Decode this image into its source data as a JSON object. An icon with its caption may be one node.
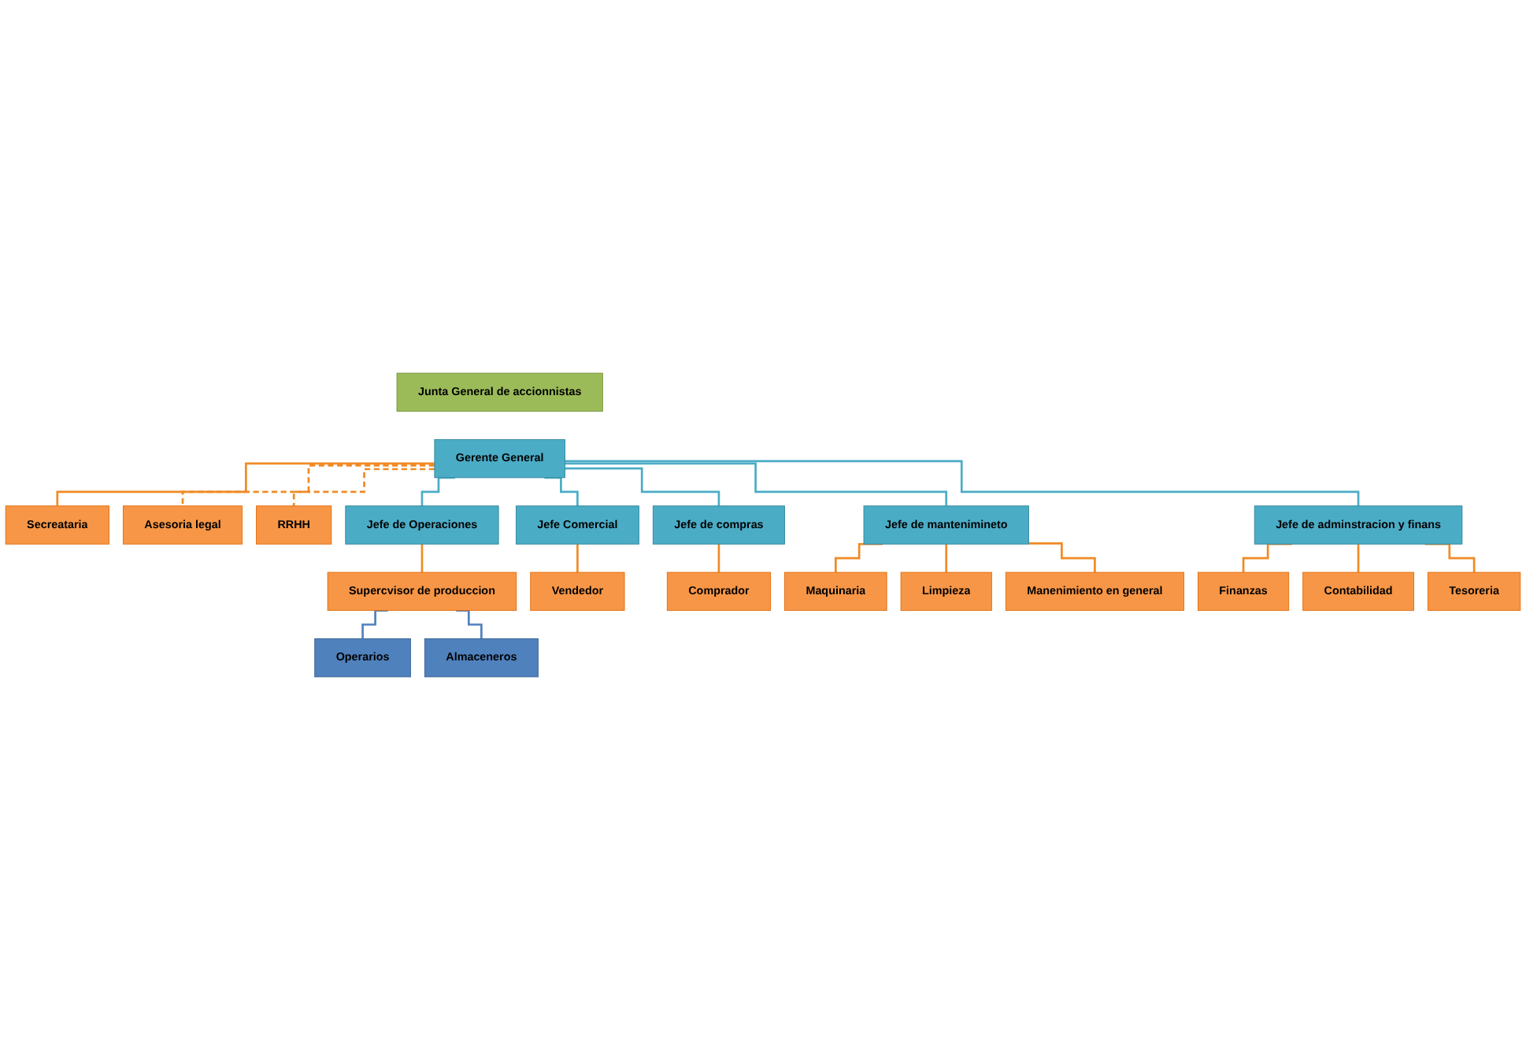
{
  "diagram": {
    "nodes": [
      {
        "text": [
          "Junta General de accionnistas"
        ]
      },
      {
        "text": [
          "Gerente General"
        ]
      },
      {
        "text": [
          "Secreataria"
        ]
      },
      {
        "text": [
          "Asesoria legal"
        ]
      },
      {
        "text": [
          "RRHH"
        ]
      },
      {
        "text": [
          "Jefe de Operaciones"
        ]
      },
      {
        "text": [
          "Jefe Comercial"
        ]
      },
      {
        "text": [
          "Jefe de compras"
        ]
      },
      {
        "text": [
          "Jefe de mantenimineto"
        ]
      },
      {
        "text": [
          "Jefe de adminstracion y finans"
        ]
      },
      {
        "text": [
          "Supercvisor de produccion"
        ]
      },
      {
        "text": [
          "Operarios"
        ]
      },
      {
        "text": [
          "Almaceneros"
        ]
      },
      {
        "text": [
          "Vendedor"
        ]
      },
      {
        "text": [
          "Comprador"
        ]
      },
      {
        "text": [
          "Maquinaria"
        ]
      },
      {
        "text": [
          "Limpieza"
        ]
      },
      {
        "text": [
          "Manenimiento en general"
        ]
      },
      {
        "text": [
          "Finanzas"
        ]
      },
      {
        "text": [
          "Contabilidad"
        ]
      },
      {
        "text": [
          "Tesoreria"
        ]
      }
    ],
    "edges": [
      {
        "from": 1,
        "to": 2,
        "arrow": "none"
      },
      {
        "from": 1,
        "to": 3,
        "arrow": "none",
        "style": "dashed"
      },
      {
        "from": 1,
        "to": 4,
        "arrow": "none",
        "style": "dashed"
      },
      {
        "from": 1,
        "to": 5,
        "arrow": "none",
        "color": "#4bacc6"
      },
      {
        "from": 1,
        "to": 6,
        "arrow": "none",
        "color": "#4bacc6"
      },
      {
        "from": 1,
        "to": 7,
        "arrow": "none",
        "color": "#4bacc6"
      },
      {
        "from": 1,
        "to": 8,
        "arrow": "none",
        "color": "#4bacc6"
      },
      {
        "from": 1,
        "to": 9,
        "arrow": "none",
        "color": "#4bacc6"
      },
      {
        "from": 5,
        "to": 10,
        "arrow": "none"
      },
      {
        "from": 10,
        "to": 11,
        "arrow": "none",
        "color": "#4f81bd"
      },
      {
        "from": 10,
        "to": 12,
        "arrow": "none",
        "color": "#4f81bd"
      },
      {
        "from": 6,
        "to": 13,
        "arrow": "none"
      },
      {
        "from": 7,
        "to": 14,
        "arrow": "none"
      },
      {
        "from": 8,
        "to": 15,
        "arrow": "none"
      },
      {
        "from": 8,
        "to": 16,
        "arrow": "none"
      },
      {
        "from": 8,
        "to": 17,
        "arrow": "none"
      },
      {
        "from": 9,
        "to": 18,
        "arrow": "none"
      },
      {
        "from": 9,
        "to": 19,
        "arrow": "none"
      },
      {
        "from": 9,
        "to": 20,
        "arrow": "none"
      }
    ]
  }
}
